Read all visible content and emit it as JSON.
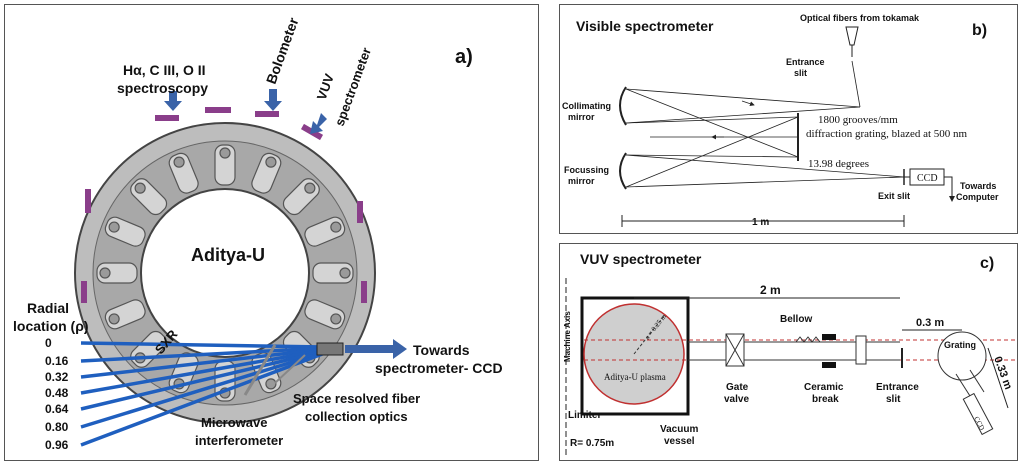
{
  "panel_a": {
    "letter": "a)",
    "center_label": "Aditya-U",
    "diag_spec_line1": "Hα, C III, O II",
    "diag_spec_line2": "spectroscopy",
    "bolometer": "Bolometer",
    "vuv_line1": "VUV",
    "vuv_line2": "spectrometer",
    "sxr": "SXR",
    "radial_line1": "Radial",
    "radial_line2": "location (ρ)",
    "radial_values": [
      "0",
      "0.16",
      "0.32",
      "0.48",
      "0.64",
      "0.80",
      "0.96"
    ],
    "towards_line1": "Towards",
    "towards_line2": "spectrometer- CCD",
    "space_line1": "Space resolved fiber",
    "space_line2": "collection optics",
    "micro_line1": "Microwave",
    "micro_line2": "interferometer"
  },
  "panel_b": {
    "letter": "b)",
    "title": "Visible spectrometer",
    "optical_fibers": "Optical fibers from tokamak",
    "entrance_line1": "Entrance",
    "entrance_line2": "slit",
    "collimating_line1": "Collimating",
    "collimating_line2": "mirror",
    "focussing_line1": "Focussing",
    "focussing_line2": "mirror",
    "grooves": "1800 grooves/mm",
    "grating": "diffraction grating, blazed at 500 nm",
    "angle": "13.98 degrees",
    "ccd": "CCD",
    "exit_slit": "Exit slit",
    "towards_line1": "Towards",
    "towards_line2": "Computer",
    "length": "1 m"
  },
  "panel_c": {
    "letter": "c)",
    "title": "VUV spectrometer",
    "machine_axis": "Machine Axis",
    "plasma": "Aditya-U plasma",
    "radius_small": "a = 0.25 m",
    "limiter": "Limiter",
    "r_major": "R= 0.75m",
    "vacuum_line1": "Vacuum",
    "vacuum_line2": "vessel",
    "gate_line1": "Gate",
    "gate_line2": "valve",
    "bellow": "Bellow",
    "ceramic_line1": "Ceramic",
    "ceramic_line2": "break",
    "entrance_line1": "Entrance",
    "entrance_line2": "slit",
    "grating": "Grating",
    "ccd": "CCD",
    "dist_2m": "2 m",
    "dist_03": "0.3 m",
    "dist_033": "0.33 m"
  }
}
